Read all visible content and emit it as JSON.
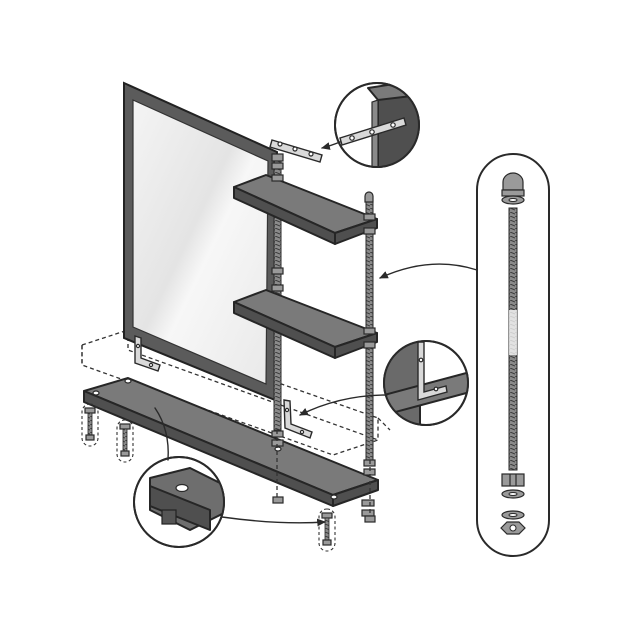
{
  "figure": {
    "components": [
      {
        "id": "mirror",
        "icon": "mirror-panel-icon"
      },
      {
        "id": "upper-shelf",
        "icon": "shelf-board-icon"
      },
      {
        "id": "middle-shelf",
        "icon": "shelf-board-icon"
      },
      {
        "id": "base-board",
        "icon": "base-board-icon"
      },
      {
        "id": "threaded-rod",
        "icon": "threaded-rod-icon"
      },
      {
        "id": "flat-bracket",
        "icon": "flat-bracket-icon"
      },
      {
        "id": "l-bracket",
        "icon": "l-bracket-icon"
      },
      {
        "id": "leveling-foot",
        "icon": "leveling-foot-icon"
      }
    ],
    "detail_callouts": [
      {
        "id": "flat-bracket-detail",
        "icon": "magnifier-detail-icon"
      },
      {
        "id": "l-bracket-detail",
        "icon": "magnifier-detail-icon"
      },
      {
        "id": "foot-detail",
        "icon": "magnifier-detail-icon"
      },
      {
        "id": "rod-hardware-detail",
        "icon": "hardware-stack-icon"
      }
    ],
    "colors": {
      "line": "#2a2a2a",
      "board": "#6b6b6b",
      "board_top": "#7a7a7a",
      "metal": "#9a9a9a",
      "background": "#ffffff"
    }
  }
}
